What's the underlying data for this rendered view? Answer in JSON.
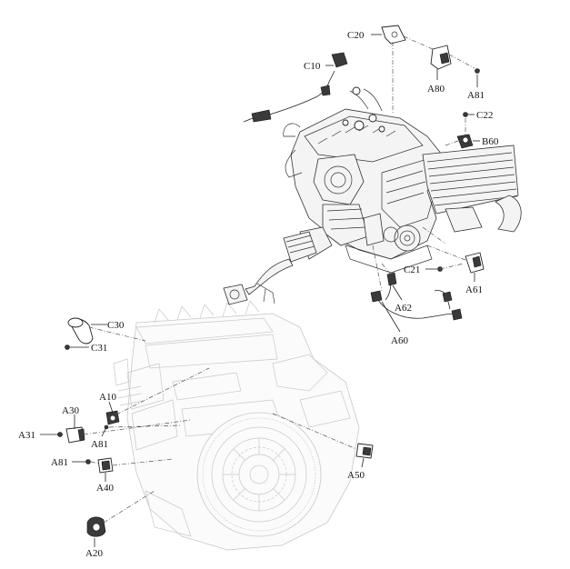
{
  "callouts": {
    "C20": "C20",
    "C10": "C10",
    "A80": "A80",
    "A81_top": "A81",
    "C22": "C22",
    "B60": "B60",
    "C21": "C21",
    "A61": "A61",
    "A62": "A62",
    "A60": "A60",
    "C30": "C30",
    "C31": "C31",
    "A10": "A10",
    "A30": "A30",
    "A31": "A31",
    "A81_mid": "A81",
    "A81_low": "A81",
    "A40": "A40",
    "A50": "A50",
    "A20": "A20"
  }
}
